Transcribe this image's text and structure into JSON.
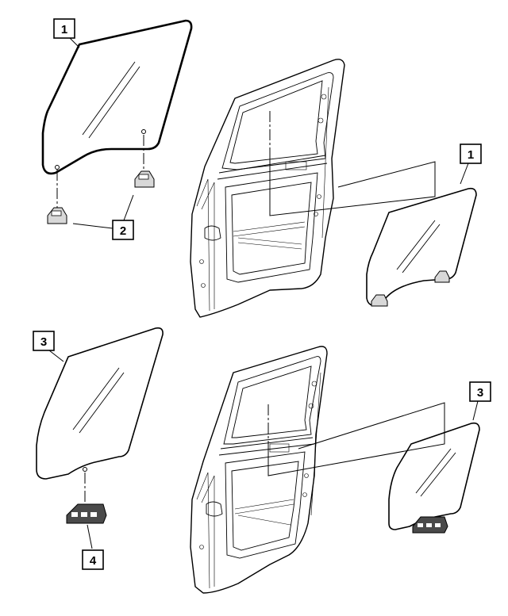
{
  "callouts": {
    "c1a": "1",
    "c1b": "1",
    "c2": "2",
    "c3a": "3",
    "c3b": "3",
    "c4": "4"
  }
}
